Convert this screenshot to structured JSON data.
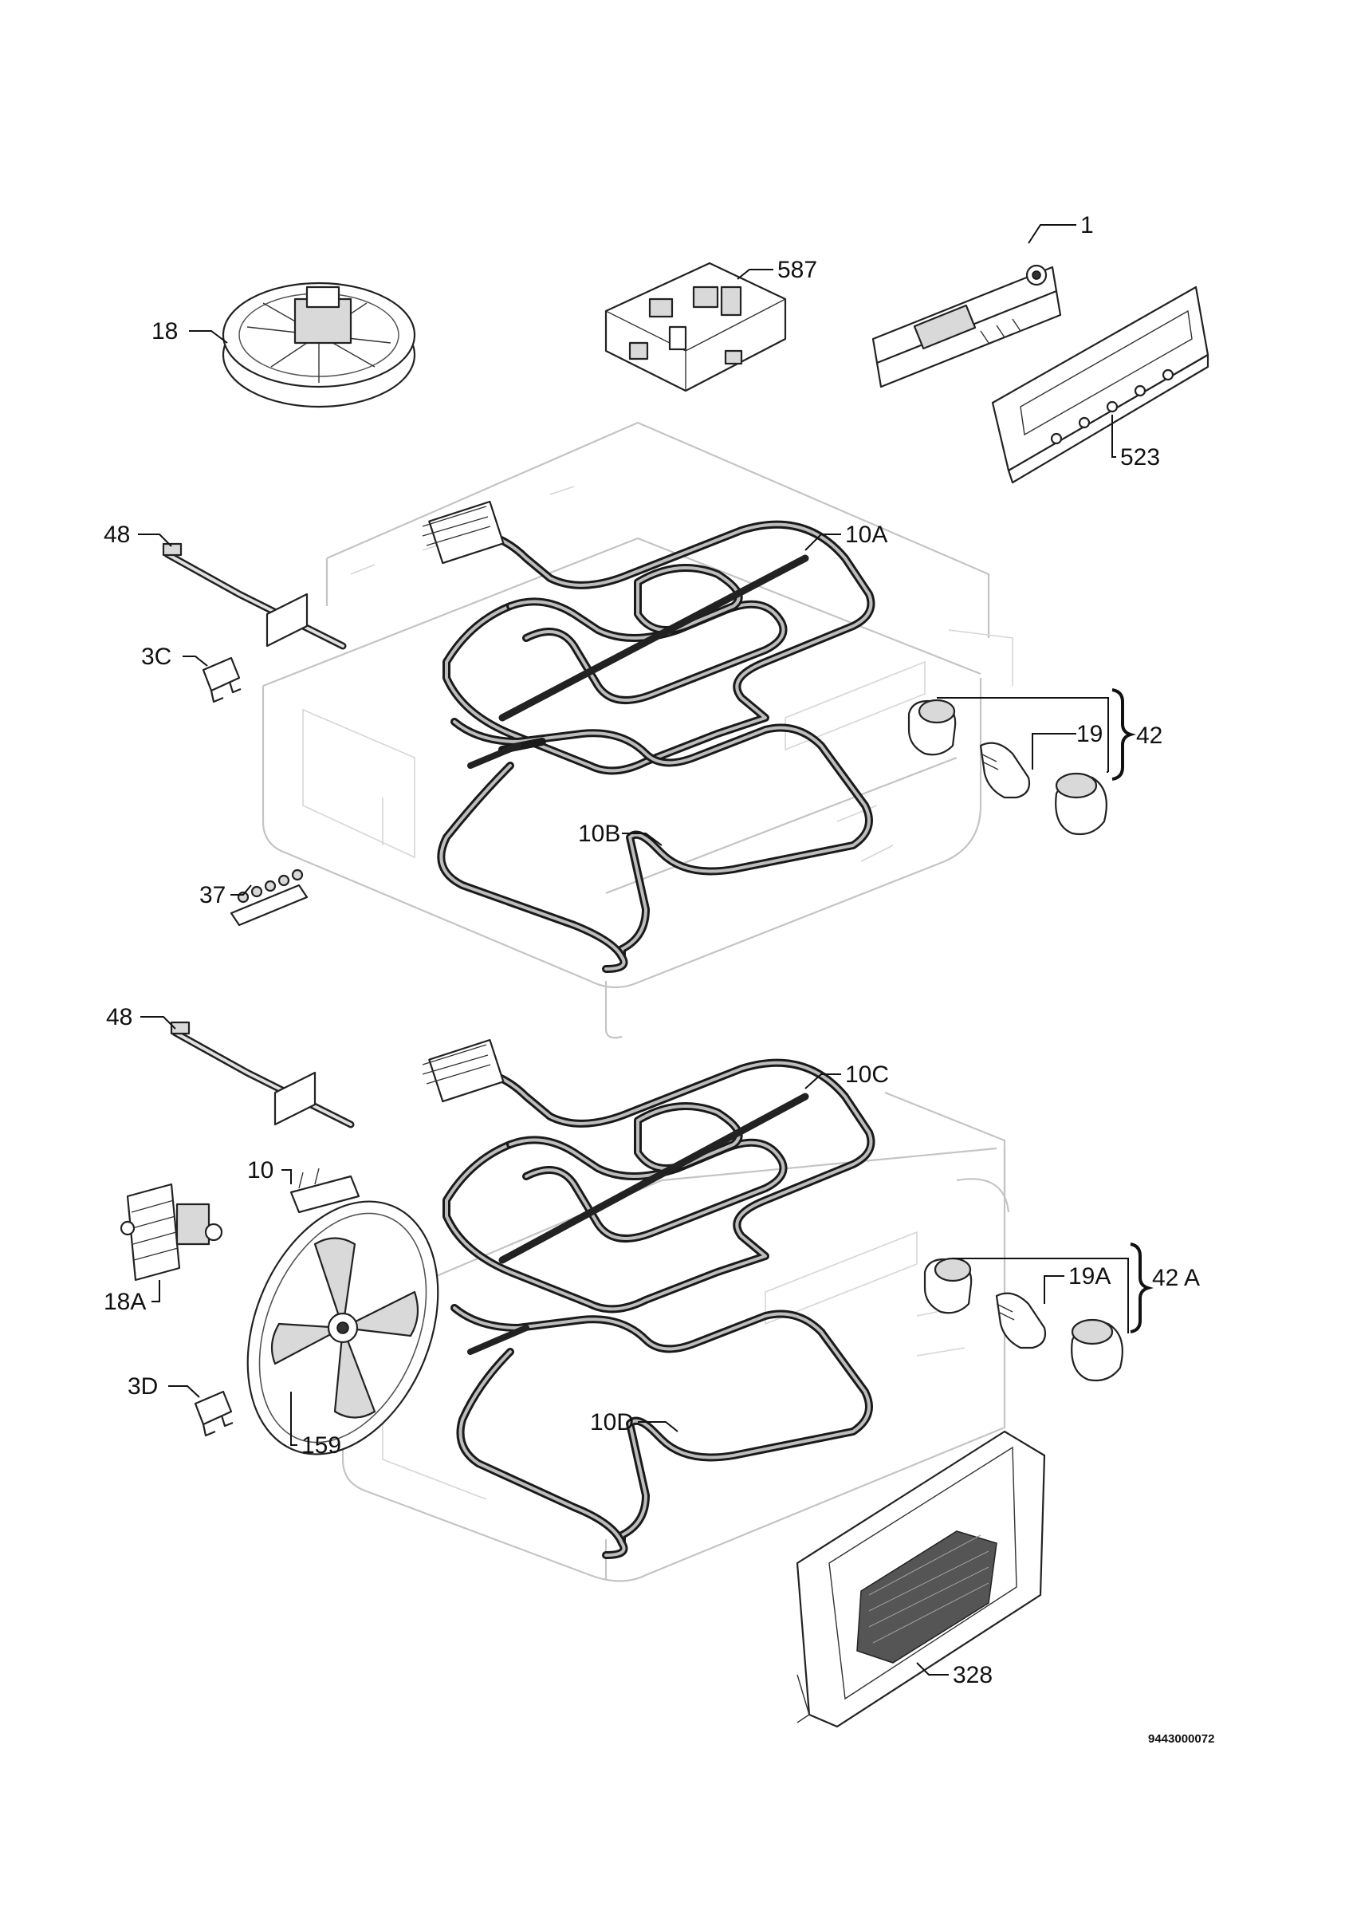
{
  "labels": {
    "l1": "1",
    "l587": "587",
    "l18": "18",
    "l523": "523",
    "l48a": "48",
    "l10A": "10A",
    "l3C": "3C",
    "l19": "19",
    "l42": "42",
    "l10B": "10B",
    "l37": "37",
    "l48b": "48",
    "l10C": "10C",
    "l10": "10",
    "l18A": "18A",
    "l19A": "19A",
    "l42A": "42 A",
    "l3D": "3D",
    "l159": "159",
    "l10D": "10D",
    "l328": "328"
  },
  "diagram_code": "9443000072"
}
